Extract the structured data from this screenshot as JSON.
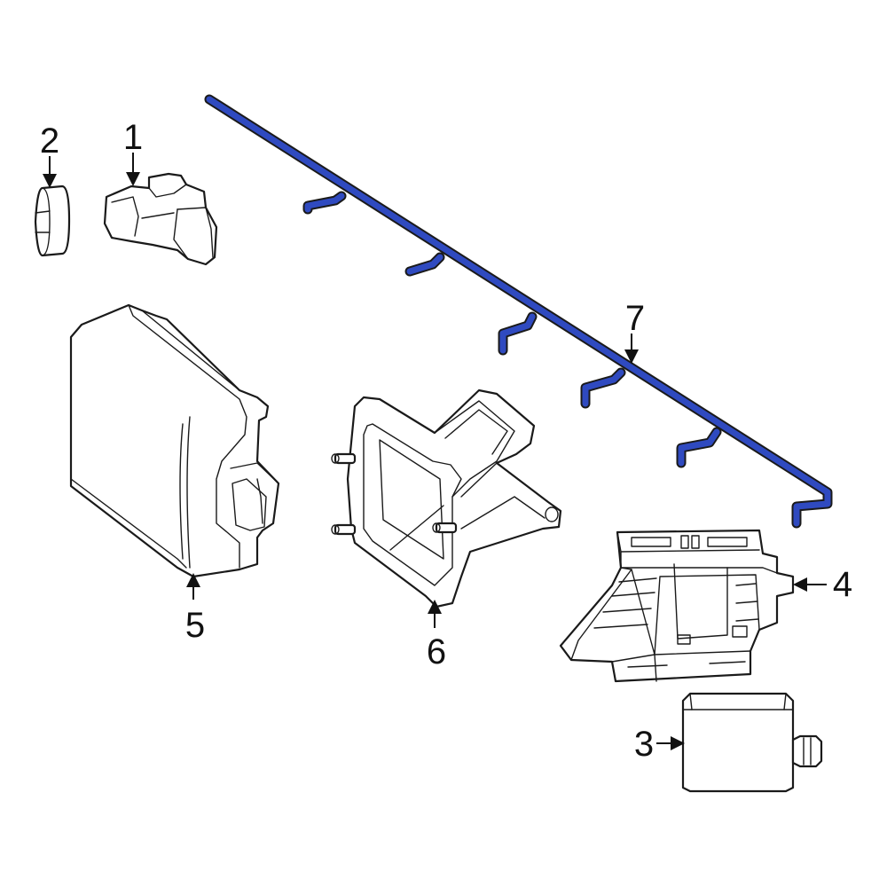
{
  "colors": {
    "harness": "#2f4ac0",
    "outline": "#1a1a1a",
    "background": "#ffffff"
  },
  "callouts": {
    "part1": "1",
    "part2": "2",
    "part3": "3",
    "part4": "4",
    "part5": "5",
    "part6": "6",
    "part7": "7"
  }
}
